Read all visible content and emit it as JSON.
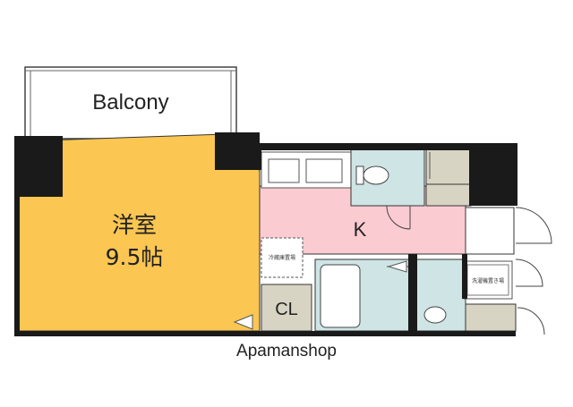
{
  "rooms": {
    "balcony": "Balcony",
    "western_room": "洋室",
    "western_room_size": "9.5帖",
    "kitchen": "K",
    "closet": "CL",
    "fridge_space": "冷蔵庫置場",
    "washer_space": "洗濯機置き場"
  },
  "footer": {
    "brand": "Apamanshop"
  },
  "colors": {
    "western_room": "#fbc652",
    "kitchen": "#fbcbd2",
    "wet_area": "#cfe4e4",
    "storage": "#d8d4c4",
    "wall": "#1a1a1a"
  }
}
